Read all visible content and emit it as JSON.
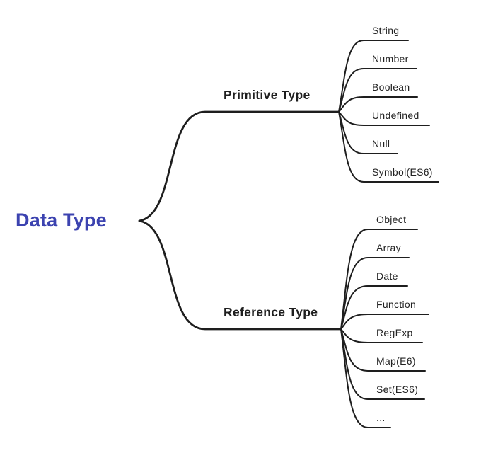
{
  "diagram": {
    "title": "Data Type mind map",
    "root": {
      "label": "Data Type"
    },
    "branches": [
      {
        "label": "Primitive Type",
        "children": [
          "String",
          "Number",
          "Boolean",
          "Undefined",
          "Null",
          "Symbol(ES6)"
        ]
      },
      {
        "label": "Reference Type",
        "children": [
          "Object",
          "Array",
          "Date",
          "Function",
          "RegExp",
          "Map(E6)",
          "Set(ES6)",
          "..."
        ]
      }
    ],
    "colors": {
      "root_text": "#3c43b0",
      "node_text": "#1f1f1f",
      "line": "#1e1e1e",
      "background": "#ffffff"
    }
  }
}
